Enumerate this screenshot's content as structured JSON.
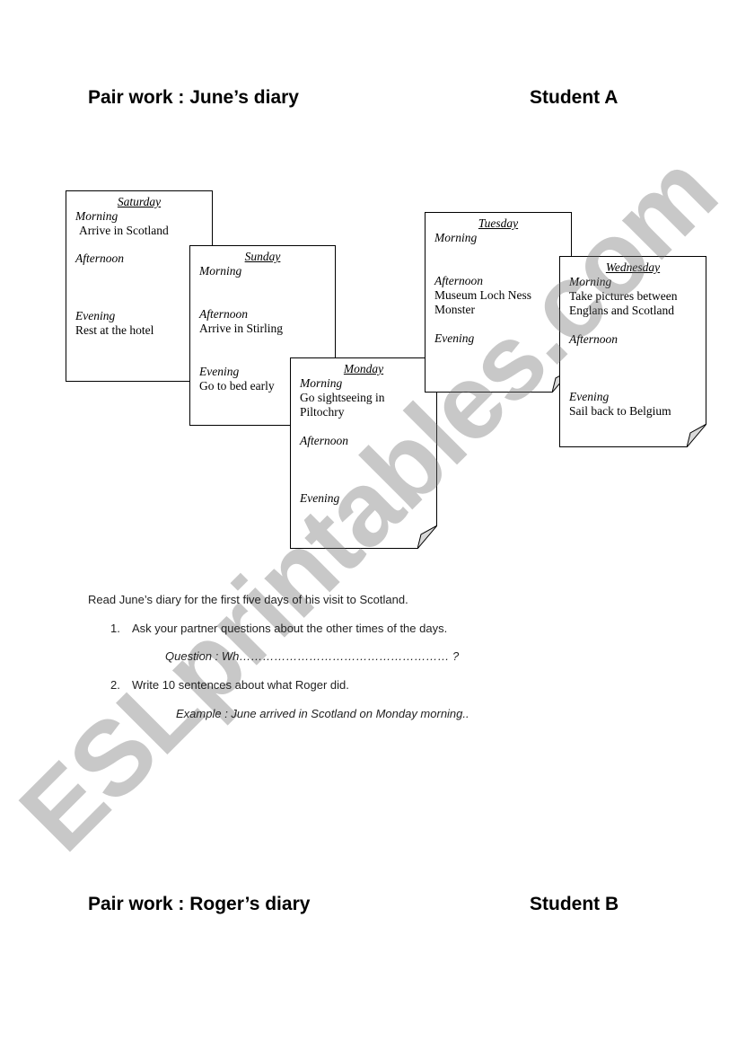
{
  "section_a": {
    "title": "Pair work : June’s diary",
    "student": "Student A"
  },
  "cards": {
    "saturday": {
      "day": "Saturday",
      "morning_label": "Morning",
      "morning": "Arrive in  Scotland",
      "afternoon_label": "Afternoon",
      "evening_label": "Evening",
      "evening": "Rest at the hotel"
    },
    "sunday": {
      "day": "Sunday",
      "morning_label": "Morning",
      "afternoon_label": "Afternoon",
      "afternoon": "Arrive in Stirling",
      "evening_label": "Evening",
      "evening": "Go to bed early"
    },
    "monday": {
      "day": "Monday",
      "morning_label": "Morning",
      "morning_1": "Go sightseeing  in",
      "morning_2": "Piltochry",
      "afternoon_label": "Afternoon",
      "evening_label": "Evening"
    },
    "tuesday": {
      "day": "Tuesday",
      "morning_label": "Morning",
      "afternoon_label": "Afternoon",
      "afternoon_1": "Museum Loch Ness",
      "afternoon_2": "Monster",
      "evening_label": "Evening"
    },
    "wednesday": {
      "day": "Wednesday",
      "morning_label": "Morning",
      "morning_1": "Take pictures between",
      "morning_2": "Englans and Scotland",
      "afternoon_label": "Afternoon",
      "evening_label": "Evening",
      "evening": "Sail back to Belgium"
    }
  },
  "instructions": {
    "intro": "Read June’s diary for the first five days of his visit to Scotland.",
    "item1_num": "1.",
    "item1": "Ask your partner questions about the other times of the days.",
    "question": "Question : Wh……………………………………………… ?",
    "item2_num": "2.",
    "item2": "Write 10 sentences about what Roger did.",
    "example": "Example :  June arrived in Scotland on Monday morning.."
  },
  "section_b": {
    "title": "Pair work : Roger’s diary",
    "student": "Student B"
  },
  "watermark": "ESLprintables.com"
}
